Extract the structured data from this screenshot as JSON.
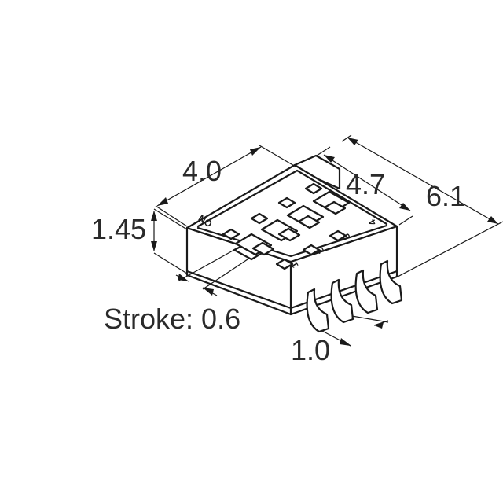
{
  "dimensions": {
    "width": "4.0",
    "length_inner": "4.7",
    "length_outer": "6.1",
    "height": "1.45",
    "stroke": "Stroke: 0.6",
    "pitch": "1.0"
  },
  "markings": {
    "on": "ON",
    "positions": [
      "1",
      "2",
      "3",
      "4"
    ]
  }
}
